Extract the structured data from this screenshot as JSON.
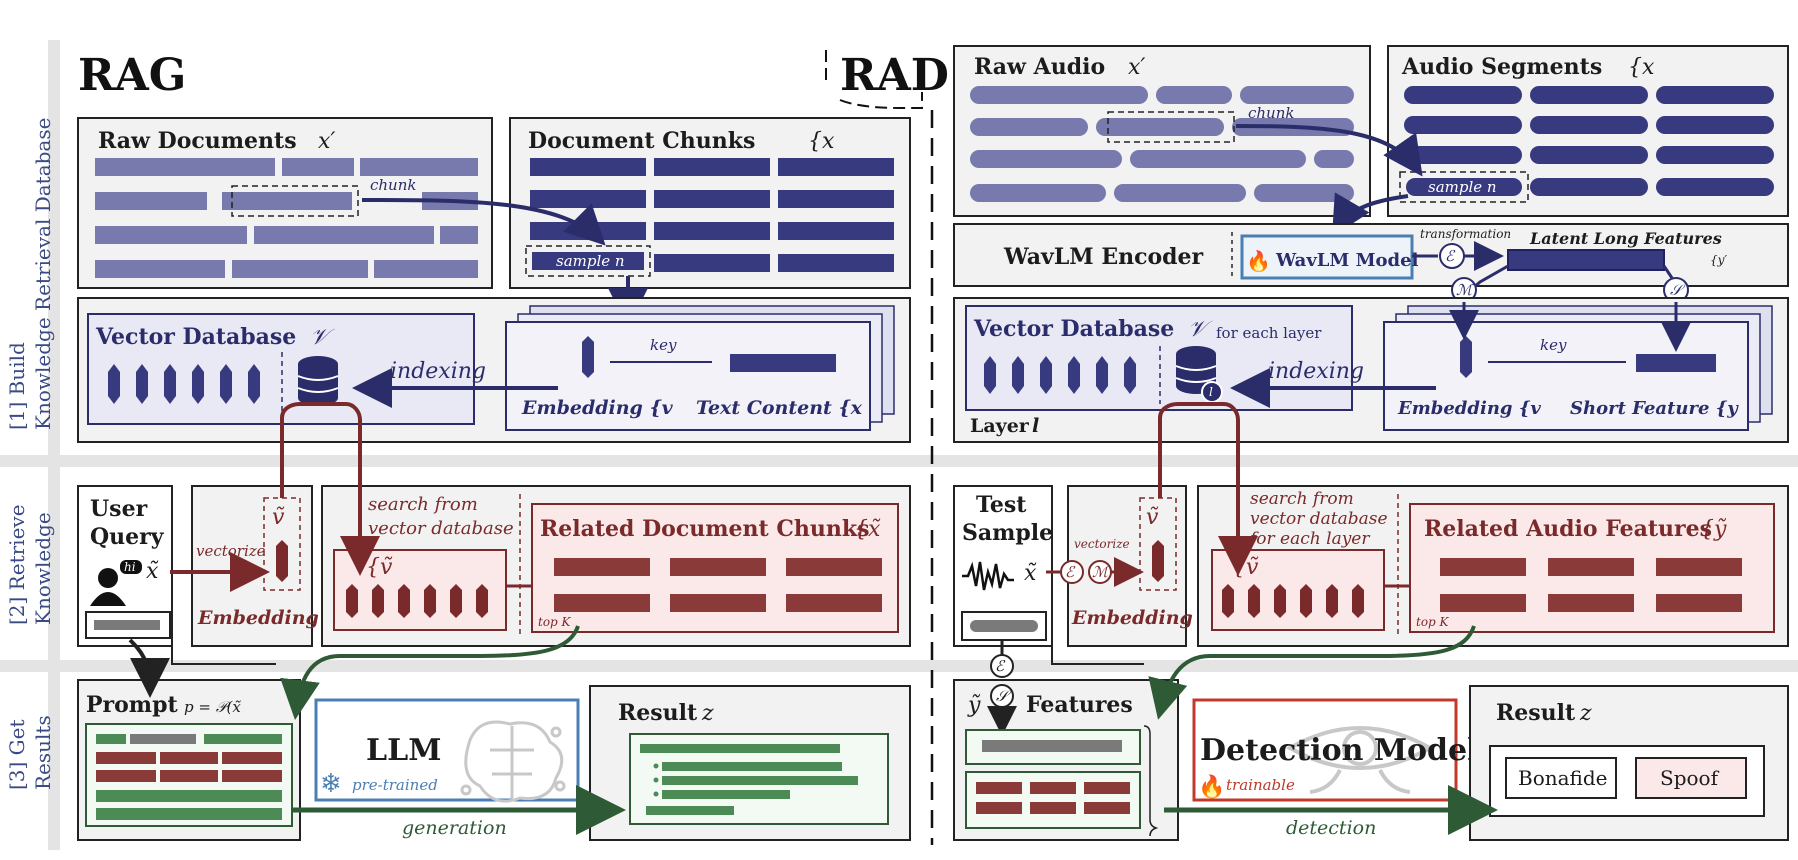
{
  "headings": {
    "rag": "RAG",
    "rad": "RAD"
  },
  "side_labels": {
    "build_1": "[1] Build",
    "build_2": "Knowledge Retrieval Database",
    "retrieve_1": "[2] Retrieve",
    "retrieve_2": "Knowledge",
    "results_1": "[3] Get",
    "results_2": "Results"
  },
  "rag": {
    "raw_documents": "Raw Documents",
    "raw_documents_sym": "x′",
    "chunk": "chunk",
    "document_chunks": "Document Chunks",
    "document_chunks_sym": "{x",
    "sample_n": "sample n",
    "vector_database": "Vector Database",
    "vector_database_sym": "𝒱",
    "indexing": "indexing",
    "key": "key",
    "embedding_vn": "Embedding {v",
    "text_content": "Text Content {x",
    "user_query_1": "User",
    "user_query_2": "Query",
    "hi": "hi",
    "xq": "x̃",
    "vectorize": "vectorize",
    "vq": "ṽ",
    "embedding": "Embedding",
    "search_1": "search from",
    "search_2": "vector database",
    "vk": "{ṽ",
    "related_chunks": "Related Document Chunks",
    "related_chunks_sym": "{x̃",
    "top_k": "top K",
    "prompt": "Prompt",
    "prompt_formula": "p = 𝒫(x̃",
    "llm": "LLM",
    "pretrained": "pre-trained",
    "result": "Result",
    "result_sym": "z",
    "generation": "generation"
  },
  "rad": {
    "raw_audio": "Raw Audio",
    "raw_audio_sym": "x′",
    "chunk": "chunk",
    "audio_segments": "Audio Segments",
    "audio_segments_sym": "{x",
    "sample_n": "sample n",
    "wavlm_encoder": "WavLM Encoder",
    "wavlm_model": "WavLM Model",
    "transformation": "transformation",
    "E": "ℰ",
    "M": "ℳ",
    "S": "𝒮",
    "latent_long": "Latent Long Features",
    "y_prime": "{y′",
    "vector_database": "Vector Database",
    "vector_database_sym": "𝒱",
    "for_each_layer": "for each layer",
    "layer": "Layer",
    "layer_l": "l",
    "indexing": "indexing",
    "key": "key",
    "embedding_vnl": "Embedding {v",
    "short_feature": "Short Feature {y",
    "test_sample_1": "Test",
    "test_sample_2": "Sample",
    "xq": "x̃",
    "vectorize": "vectorize",
    "vql": "ṽ",
    "embedding": "Embedding",
    "search_1": "search from",
    "search_2": "vector database",
    "search_3": "for each layer",
    "vkl": "{ṽ",
    "related_features": "Related Audio Features",
    "related_features_sym": "{ỹ",
    "top_k": "top K",
    "yq": "ỹ",
    "features": "Features",
    "detection_model": "Detection Model",
    "trainable": "trainable",
    "result": "Result",
    "result_sym": "z",
    "bonafide": "Bonafide",
    "spoof": "Spoof",
    "detection": "detection"
  },
  "colors": {
    "navy": "#2b2d6b",
    "navy_light": "#7879ad",
    "maroon": "#7a2a2a",
    "green": "#2e5a35",
    "blue": "#4a7fb5",
    "red_outline": "#c0392b"
  }
}
